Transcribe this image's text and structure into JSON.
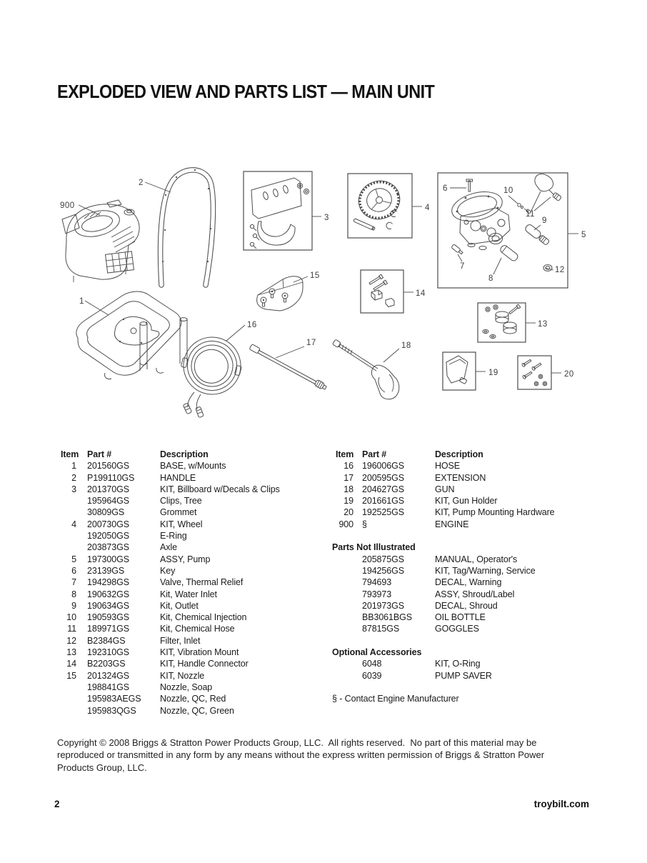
{
  "page": {
    "title": "EXPLODED VIEW AND PARTS LIST — MAIN UNIT",
    "copyright_lines": [
      "Copyright © 2008 Briggs & Stratton Power Products Group, LLC.  All rights reserved.  No part of this material may be",
      "reproduced or transmitted in any form by any means without the express written permission of Briggs & Stratton Power",
      "Products Group, LLC."
    ],
    "page_number": "2",
    "website": "troybilt.com"
  },
  "diagram": {
    "callouts": {
      "base": "1",
      "handle": "2",
      "billboard": "3",
      "wheel": "4",
      "pump_box": "5",
      "key": "6",
      "thermal_valve": "7",
      "water_inlet": "8",
      "outlet": "9",
      "chem_injection": "10",
      "chem_hose": "11",
      "filter": "12",
      "vibration_mount": "13",
      "handle_connector": "14",
      "nozzle_kit": "15",
      "hose": "16",
      "extension": "17",
      "gun": "18",
      "gun_holder": "19",
      "pump_hardware": "20",
      "engine": "900"
    }
  },
  "left_table": {
    "headers": {
      "item": "Item",
      "part": "Part #",
      "desc": "Description"
    },
    "rows": [
      {
        "item": "1",
        "part": "201560GS",
        "desc": "BASE, w/Mounts"
      },
      {
        "item": "2",
        "part": "P199110GS",
        "desc": "HANDLE"
      },
      {
        "item": "3",
        "part": "201370GS",
        "desc": "KIT, Billboard w/Decals & Clips"
      },
      {
        "item": "",
        "part": "195964GS",
        "desc": "Clips, Tree"
      },
      {
        "item": "",
        "part": "30809GS",
        "desc": "Grommet"
      },
      {
        "item": "4",
        "part": "200730GS",
        "desc": "KIT, Wheel"
      },
      {
        "item": "",
        "part": "192050GS",
        "desc": "E-Ring"
      },
      {
        "item": "",
        "part": "203873GS",
        "desc": "Axle"
      },
      {
        "item": "5",
        "part": "197300GS",
        "desc": "ASSY, Pump"
      },
      {
        "item": "6",
        "part": "23139GS",
        "desc": "Key"
      },
      {
        "item": "7",
        "part": "194298GS",
        "desc": "Valve, Thermal Relief"
      },
      {
        "item": "8",
        "part": "190632GS",
        "desc": "Kit, Water Inlet"
      },
      {
        "item": "9",
        "part": "190634GS",
        "desc": "Kit, Outlet"
      },
      {
        "item": "10",
        "part": "190593GS",
        "desc": "Kit, Chemical Injection"
      },
      {
        "item": "11",
        "part": "189971GS",
        "desc": "Kit, Chemical Hose"
      },
      {
        "item": "12",
        "part": "B2384GS",
        "desc": "Filter, Inlet"
      },
      {
        "item": "13",
        "part": "192310GS",
        "desc": "KIT, Vibration Mount"
      },
      {
        "item": "14",
        "part": "B2203GS",
        "desc": "KIT, Handle Connector"
      },
      {
        "item": "15",
        "part": "201324GS",
        "desc": "KIT, Nozzle"
      },
      {
        "item": "",
        "part": "198841GS",
        "desc": "Nozzle, Soap"
      },
      {
        "item": "",
        "part": "195983AEGS",
        "desc": "Nozzle, QC, Red"
      },
      {
        "item": "",
        "part": "195983QGS",
        "desc": "Nozzle, QC, Green"
      }
    ]
  },
  "right_table": {
    "headers": {
      "item": "Item",
      "part": "Part #",
      "desc": "Description"
    },
    "rows": [
      {
        "type": "row",
        "item": "16",
        "part": "196006GS",
        "desc": "HOSE"
      },
      {
        "type": "row",
        "item": "17",
        "part": "200595GS",
        "desc": "EXTENSION"
      },
      {
        "type": "row",
        "item": "18",
        "part": "204627GS",
        "desc": "GUN"
      },
      {
        "type": "row",
        "item": "19",
        "part": "201661GS",
        "desc": "KIT, Gun Holder"
      },
      {
        "type": "row",
        "item": "20",
        "part": "192525GS",
        "desc": "KIT, Pump Mounting Hardware"
      },
      {
        "type": "row",
        "item": "900",
        "part": "§",
        "desc": "ENGINE"
      },
      {
        "type": "spacer",
        "item": "",
        "part": "",
        "desc": ""
      },
      {
        "type": "header",
        "head": "Parts Not Illustrated"
      },
      {
        "type": "row",
        "item": "",
        "part": "205875GS",
        "desc": "MANUAL, Operator's"
      },
      {
        "type": "row",
        "item": "",
        "part": "194256GS",
        "desc": "KIT, Tag/Warning, Service"
      },
      {
        "type": "row",
        "item": "",
        "part": "794693",
        "desc": "DECAL, Warning"
      },
      {
        "type": "row",
        "item": "",
        "part": "793973",
        "desc": "ASSY, Shroud/Label"
      },
      {
        "type": "row",
        "item": "",
        "part": "201973GS",
        "desc": "DECAL, Shroud"
      },
      {
        "type": "row",
        "item": "",
        "part": "BB3061BGS",
        "desc": "OIL BOTTLE"
      },
      {
        "type": "row",
        "item": "",
        "part": "87815GS",
        "desc": "GOGGLES"
      },
      {
        "type": "spacer",
        "item": "",
        "part": "",
        "desc": ""
      },
      {
        "type": "header",
        "head": "Optional Accessories"
      },
      {
        "type": "row",
        "item": "",
        "part": "6048",
        "desc": "KIT, O-Ring"
      },
      {
        "type": "row",
        "item": "",
        "part": "6039",
        "desc": "PUMP SAVER"
      },
      {
        "type": "spacer",
        "item": "",
        "part": "",
        "desc": ""
      },
      {
        "type": "note",
        "head": "§ - Contact Engine Manufacturer"
      }
    ]
  }
}
